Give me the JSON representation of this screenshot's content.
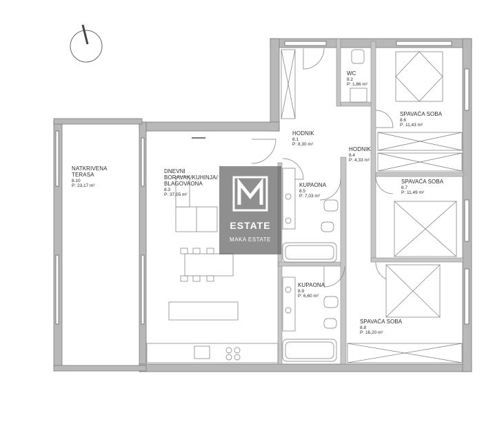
{
  "rooms": [
    {
      "key": "wc",
      "name": "WC",
      "id": "8.2",
      "area": "P: 1,86 m²"
    },
    {
      "key": "hodnik1",
      "name": "HODNIK",
      "id": "8.1",
      "area": "P: 8,30 m²"
    },
    {
      "key": "hodnik2",
      "name": "HODNIK",
      "id": "8.4",
      "area": "P: 4,33 m²"
    },
    {
      "key": "spavaca1",
      "name": "SPAVAĆA SOBA",
      "id": "8.6",
      "area": "P: 11,43 m²"
    },
    {
      "key": "spavaca2",
      "name": "SPAVAĆA SOBA",
      "id": "8.7",
      "area": "P: 11,49 m²"
    },
    {
      "key": "spavaca3",
      "name": "SPAVAĆA SOBA",
      "id": "8.8",
      "area": "P: 16,20 m²"
    },
    {
      "key": "kupaona1",
      "name": "KUPAONA",
      "id": "8.5",
      "area": "P: 7,03 m²"
    },
    {
      "key": "kupaona2",
      "name": "KUPAONA",
      "id": "8.9",
      "area": "P: 6,60 m²"
    },
    {
      "key": "dnevni",
      "name": "DNEVNI\nBORAVAK/KUHINJA/\nBLAGOVAONA",
      "id": "8.3",
      "area": "P: 37,05 m²"
    },
    {
      "key": "terasa",
      "name": "NATKRIVENA\nTERASA",
      "id": "8.10",
      "area": "P: 23,17 m²"
    }
  ],
  "watermark": {
    "brand": "ESTATE",
    "sub": "MAKA ESTATE",
    "logo_letter": "M"
  },
  "compass_icon": "north-arrow-icon",
  "colors": {
    "wall": "#b5b5b5",
    "wall_stroke": "#7a7a7a",
    "line": "#555555",
    "watermark_bg": "#646464"
  }
}
